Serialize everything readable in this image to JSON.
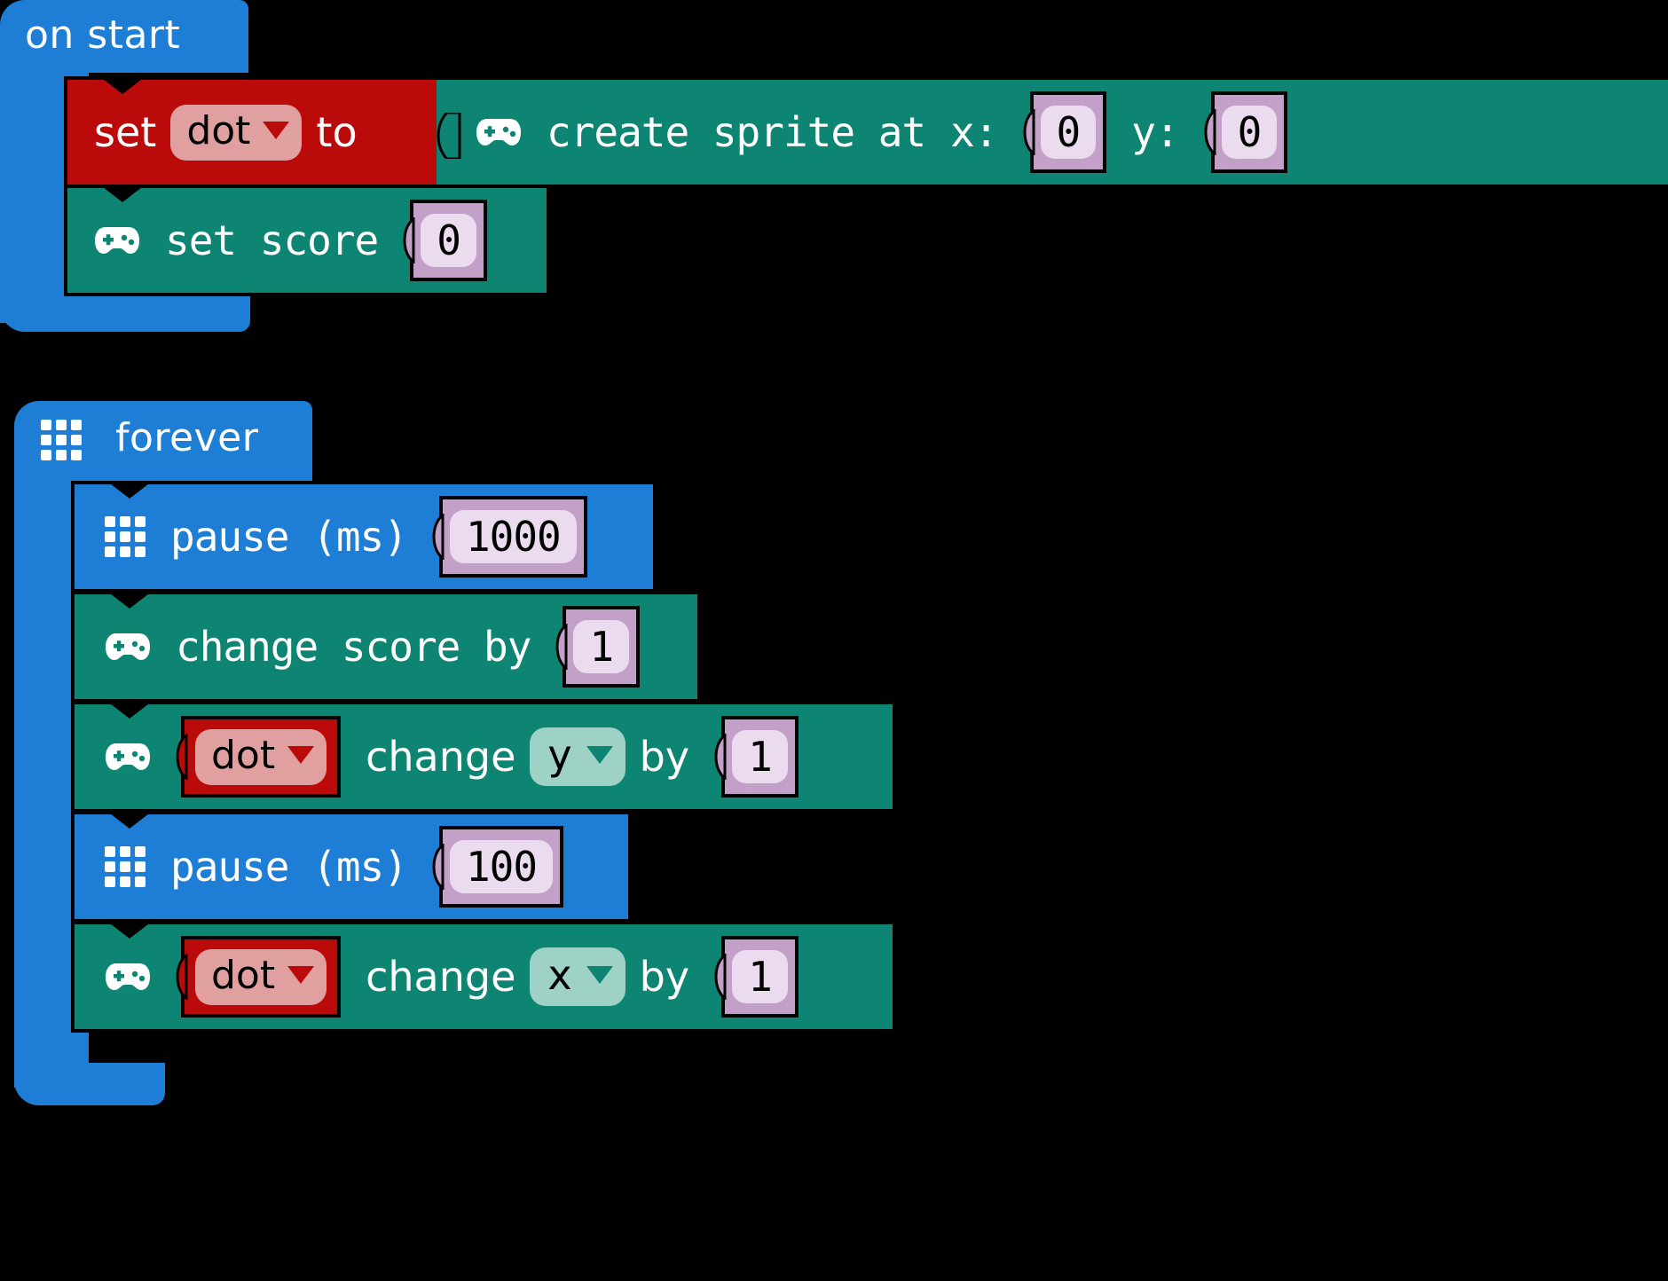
{
  "editor": {
    "background": "#000000",
    "palette": {
      "loops_blue": "#1e7ed6",
      "game_teal": "#0e8573",
      "variables_red": "#bb0a0a",
      "number_lilac": "#c3a0c8",
      "number_field": "#eadcee",
      "variable_field": "#e0a0a0",
      "teal_field": "#9ed2c6",
      "text_white": "#ffffff",
      "outline_black": "#000000"
    }
  },
  "scripts": [
    {
      "id": "on-start",
      "hat_label": "on start",
      "hat_icon": null,
      "body": [
        {
          "id": "set-dot-to",
          "category": "variables",
          "icon": null,
          "parts": [
            "set",
            "to"
          ],
          "variable": "dot",
          "value_block": {
            "id": "create-sprite",
            "category": "game",
            "icon": "gamepad-icon",
            "text": "create sprite at",
            "params": [
              {
                "label": "x:",
                "value": "0"
              },
              {
                "label": "y:",
                "value": "0"
              }
            ]
          }
        },
        {
          "id": "set-score",
          "category": "game",
          "icon": "gamepad-icon",
          "text": "set score",
          "value": "0"
        }
      ]
    },
    {
      "id": "forever",
      "hat_label": "forever",
      "hat_icon": "led-matrix-icon",
      "body": [
        {
          "id": "pause-1000",
          "category": "basic",
          "icon": "led-matrix-icon",
          "text": "pause (ms)",
          "value": "1000"
        },
        {
          "id": "change-score-by",
          "category": "game",
          "icon": "gamepad-icon",
          "text": "change score by",
          "value": "1"
        },
        {
          "id": "dot-change-y",
          "category": "game",
          "icon": "gamepad-icon",
          "variable": "dot",
          "text": "change",
          "axis": "y",
          "suffix": "by",
          "value": "1"
        },
        {
          "id": "pause-100",
          "category": "basic",
          "icon": "led-matrix-icon",
          "text": "pause (ms)",
          "value": "100"
        },
        {
          "id": "dot-change-x",
          "category": "game",
          "icon": "gamepad-icon",
          "variable": "dot",
          "text": "change",
          "axis": "x",
          "suffix": "by",
          "value": "1"
        }
      ]
    }
  ]
}
